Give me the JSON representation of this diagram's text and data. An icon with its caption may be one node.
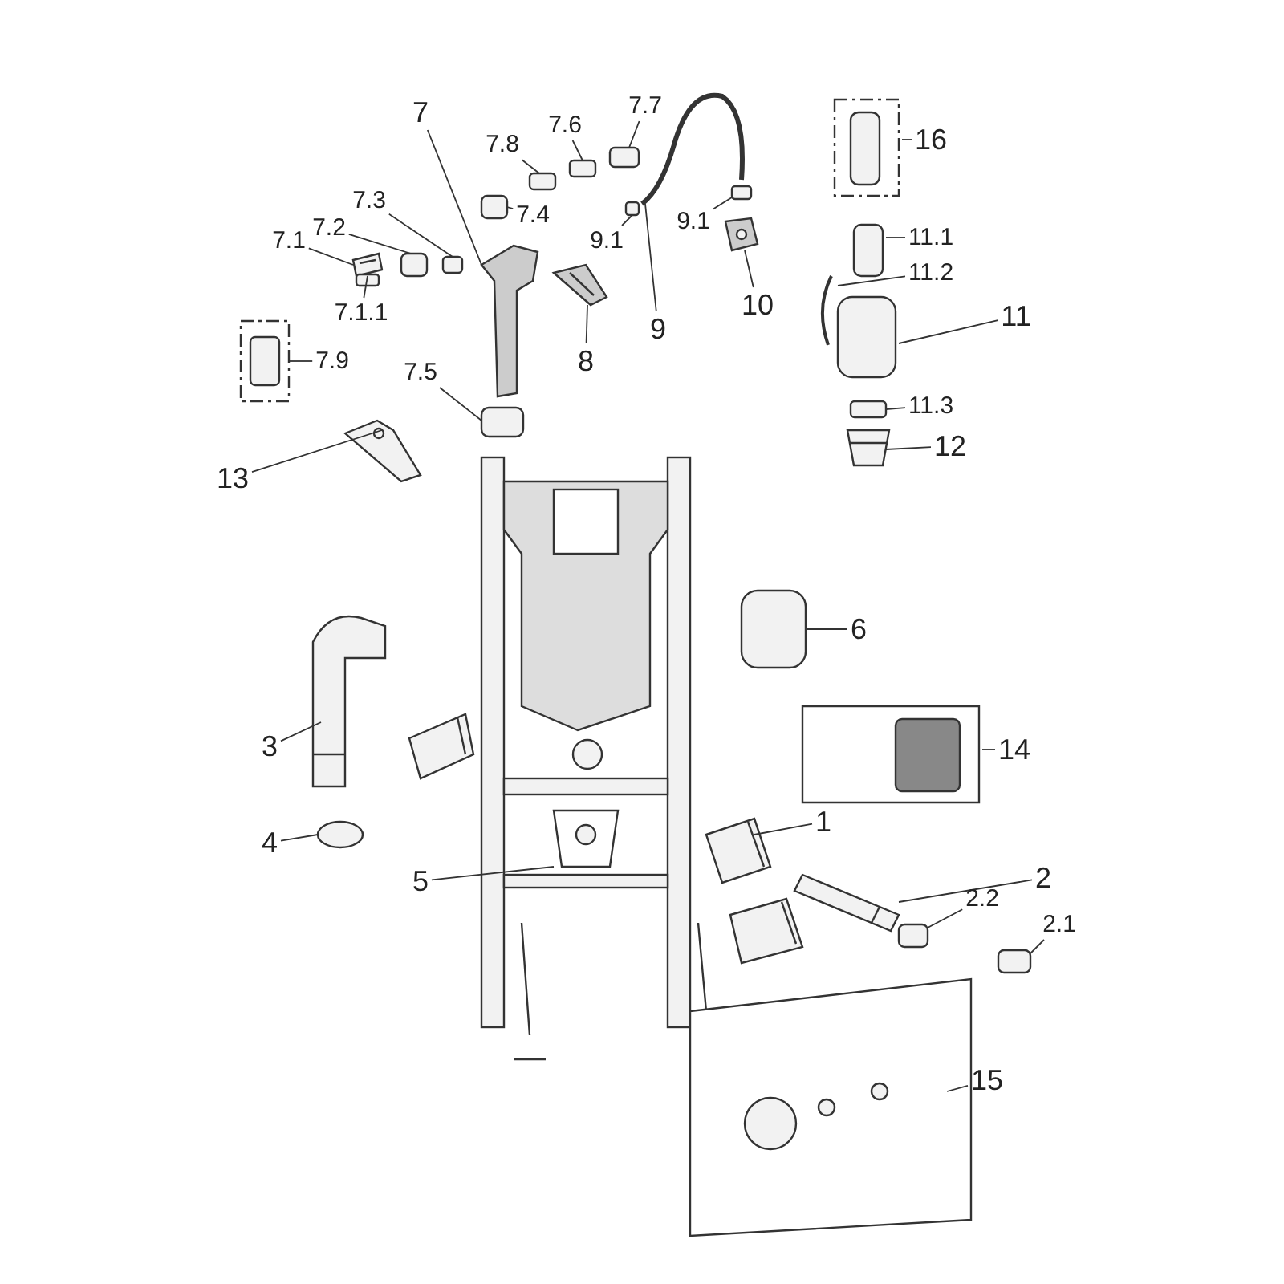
{
  "diagram": {
    "nodes": [
      {
        "text": [
          "7"
        ]
      },
      {
        "text": [
          "7.7"
        ]
      },
      {
        "text": [
          "7.6"
        ]
      },
      {
        "text": [
          "7.8"
        ]
      },
      {
        "text": [
          "7.3"
        ]
      },
      {
        "text": [
          "7.4"
        ]
      },
      {
        "text": [
          "7.1"
        ]
      },
      {
        "text": [
          "7.2"
        ]
      },
      {
        "text": [
          "7.1.1"
        ]
      },
      {
        "text": [
          "8"
        ]
      },
      {
        "text": [
          "9.1"
        ]
      },
      {
        "text": [
          "9.1"
        ]
      },
      {
        "text": [
          "9"
        ]
      },
      {
        "text": [
          "10"
        ]
      },
      {
        "text": [
          "7.5"
        ]
      },
      {
        "text": [
          "7.9"
        ]
      },
      {
        "text": [
          "16"
        ]
      },
      {
        "text": [
          "11.1"
        ]
      },
      {
        "text": [
          "11.2"
        ]
      },
      {
        "text": [
          "11"
        ]
      },
      {
        "text": [
          "11.3"
        ]
      },
      {
        "text": [
          "12"
        ]
      },
      {
        "text": [
          "13"
        ]
      },
      {
        "text": [
          "6"
        ]
      },
      {
        "text": [
          "14"
        ]
      },
      {
        "text": [
          "3"
        ]
      },
      {
        "text": [
          "4"
        ]
      },
      {
        "text": [
          "1"
        ]
      },
      {
        "text": [
          "5"
        ]
      },
      {
        "text": [
          "2"
        ]
      },
      {
        "text": [
          "2.2"
        ]
      },
      {
        "text": [
          "2.1"
        ]
      },
      {
        "text": [
          "15"
        ]
      },
      {
        "text": [],
        "shape": "picture"
      },
      {
        "text": [],
        "shape": "box"
      },
      {
        "text": [],
        "shape": "box"
      },
      {
        "text": [],
        "shape": "box"
      },
      {
        "text": [],
        "shape": "box"
      },
      {
        "text": [],
        "shape": "box"
      },
      {
        "text": [],
        "shape": "picture"
      },
      {
        "text": [],
        "shape": "box"
      },
      {
        "text": [],
        "shape": "box"
      },
      {
        "text": [],
        "shape": "picture"
      },
      {
        "text": [],
        "shape": "box"
      },
      {
        "text": [],
        "shape": "box"
      },
      {
        "text": [],
        "shape": "picture"
      },
      {
        "text": [],
        "shape": "picture"
      },
      {
        "text": [],
        "shape": "box"
      },
      {
        "text": [],
        "shape": "picture"
      },
      {
        "text": [],
        "shape": "picture"
      },
      {
        "text": [],
        "shape": "box"
      },
      {
        "text": [],
        "shape": "picture"
      },
      {
        "text": [],
        "shape": "box"
      },
      {
        "text": [],
        "shape": "box"
      },
      {
        "text": [],
        "shape": "picture"
      },
      {
        "text": [],
        "shape": "picture"
      },
      {
        "text": [],
        "shape": "box"
      },
      {
        "text": [],
        "shape": "picture"
      },
      {
        "text": [],
        "shape": "picture"
      },
      {
        "text": [],
        "shape": "circle"
      },
      {
        "text": [],
        "shape": "picture"
      },
      {
        "text": [],
        "shape": "picture"
      },
      {
        "text": [],
        "shape": "picture"
      },
      {
        "text": [],
        "shape": "box"
      },
      {
        "text": [],
        "shape": "box"
      },
      {
        "text": [],
        "shape": "picture"
      }
    ],
    "edges": [
      {
        "from": 0,
        "to": 33,
        "arrow": "none"
      },
      {
        "from": 1,
        "to": 34,
        "arrow": "none"
      },
      {
        "from": 2,
        "to": 35,
        "arrow": "none"
      },
      {
        "from": 3,
        "to": 36,
        "arrow": "none"
      },
      {
        "from": 4,
        "to": 37,
        "arrow": "none"
      },
      {
        "from": 5,
        "to": 38,
        "arrow": "none"
      },
      {
        "from": 6,
        "to": 39,
        "arrow": "none"
      },
      {
        "from": 7,
        "to": 40,
        "arrow": "none"
      },
      {
        "from": 8,
        "to": 41,
        "arrow": "none"
      },
      {
        "from": 9,
        "to": 42,
        "arrow": "none"
      },
      {
        "from": 10,
        "to": 43,
        "arrow": "none"
      },
      {
        "from": 11,
        "to": 44,
        "arrow": "none"
      },
      {
        "from": 12,
        "to": 45,
        "arrow": "none"
      },
      {
        "from": 13,
        "to": 46,
        "arrow": "none"
      },
      {
        "from": 14,
        "to": 47,
        "arrow": "none"
      },
      {
        "from": 15,
        "to": 48,
        "arrow": "none"
      },
      {
        "from": 16,
        "to": 49,
        "arrow": "none"
      },
      {
        "from": 17,
        "to": 50,
        "arrow": "none"
      },
      {
        "from": 18,
        "to": 51,
        "arrow": "none"
      },
      {
        "from": 19,
        "to": 52,
        "arrow": "none"
      },
      {
        "from": 20,
        "to": 53,
        "arrow": "none"
      },
      {
        "from": 21,
        "to": 54,
        "arrow": "none"
      },
      {
        "from": 22,
        "to": 55,
        "arrow": "none"
      },
      {
        "from": 23,
        "to": 56,
        "arrow": "none"
      },
      {
        "from": 24,
        "to": 57,
        "arrow": "none"
      },
      {
        "from": 25,
        "to": 58,
        "arrow": "none"
      },
      {
        "from": 26,
        "to": 59,
        "arrow": "none"
      },
      {
        "from": 27,
        "to": 60,
        "arrow": "none"
      },
      {
        "from": 28,
        "to": 61,
        "arrow": "none"
      },
      {
        "from": 29,
        "to": 62,
        "arrow": "none"
      },
      {
        "from": 30,
        "to": 63,
        "arrow": "none"
      },
      {
        "from": 31,
        "to": 64,
        "arrow": "none"
      },
      {
        "from": 32,
        "to": 65,
        "arrow": "none"
      }
    ]
  }
}
